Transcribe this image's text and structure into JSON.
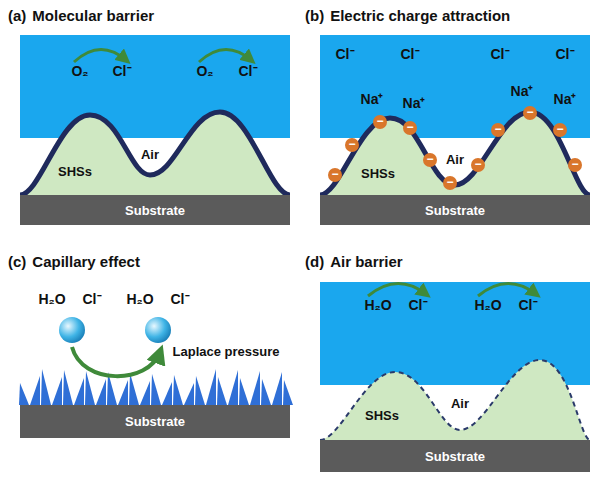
{
  "diagram": {
    "nodes": [
      {
        "text": [
          "Substrate"
        ]
      },
      {
        "text": [
          "Substrate"
        ]
      },
      {
        "text": [
          "Substrate"
        ]
      },
      {
        "text": [
          "Substrate"
        ]
      }
    ],
    "labels": [
      "(a)",
      "Molecular barrier",
      "O₂",
      "Cl⁻",
      "O₂",
      "Cl⁻",
      "Air",
      "SHSs",
      "(b)",
      "Electric charge attraction",
      "Cl⁻",
      "Cl⁻",
      "Cl⁻",
      "Cl⁻",
      "Na⁺",
      "Na⁺",
      "Na⁺",
      "Na⁺",
      "Air",
      "SHSs",
      "−",
      "−",
      "−",
      "−",
      "−",
      "−",
      "−",
      "−",
      "−",
      "−",
      "−",
      "(c)",
      "Capillary effect",
      "H₂O",
      "Cl⁻",
      "H₂O",
      "Cl⁻",
      "Laplace pressure",
      "(d)",
      "Air barrier",
      "H₂O",
      "Cl⁻",
      "H₂O",
      "Cl⁻",
      "Air",
      "SHSs"
    ]
  }
}
